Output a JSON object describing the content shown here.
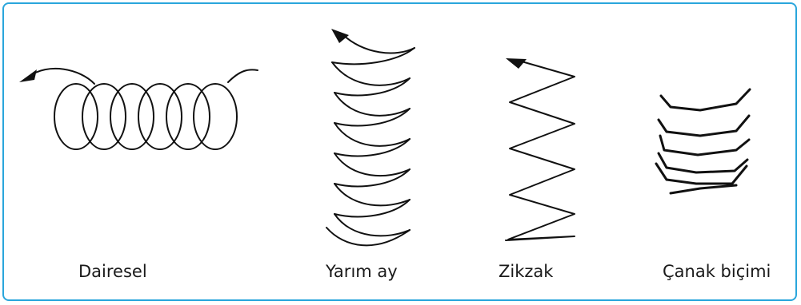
{
  "labels": {
    "dairesel": "Dairesel",
    "yarim_ay": "Yarım ay",
    "zikzak": "Zikzak",
    "canak": "Çanak biçimi"
  },
  "colors": {
    "border": "#2aa6dc",
    "stroke": "#111111",
    "text": "#1a1a1a"
  }
}
